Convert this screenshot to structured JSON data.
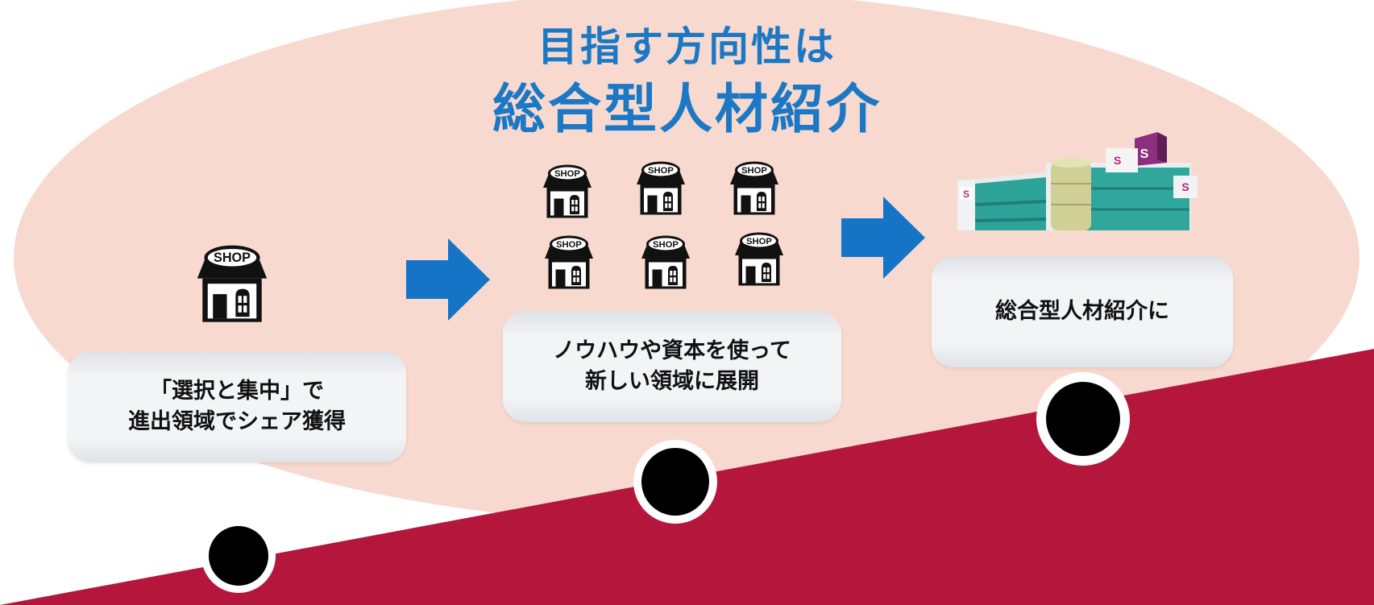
{
  "title": {
    "line1": "目指す方向性は",
    "line2": "総合型人材紹介"
  },
  "steps": [
    {
      "lines": [
        "「選択と集中」で",
        "進出領域でシェア獲得"
      ]
    },
    {
      "lines": [
        "ノウハウや資本を使って",
        "新しい領域に展開"
      ]
    },
    {
      "lines": [
        "総合型人材紹介に"
      ]
    }
  ],
  "icons": {
    "shop_label": "SHOP",
    "shop": "shop-icon",
    "arrow": "arrow-right-icon",
    "building": "shopping-mall-icon",
    "mall_sign": "S"
  },
  "colors": {
    "title": "#1b78c4",
    "ellipse": "#f8d9cf",
    "slope": "#b5173c",
    "arrow": "#1674c6",
    "dot": "#000000"
  }
}
